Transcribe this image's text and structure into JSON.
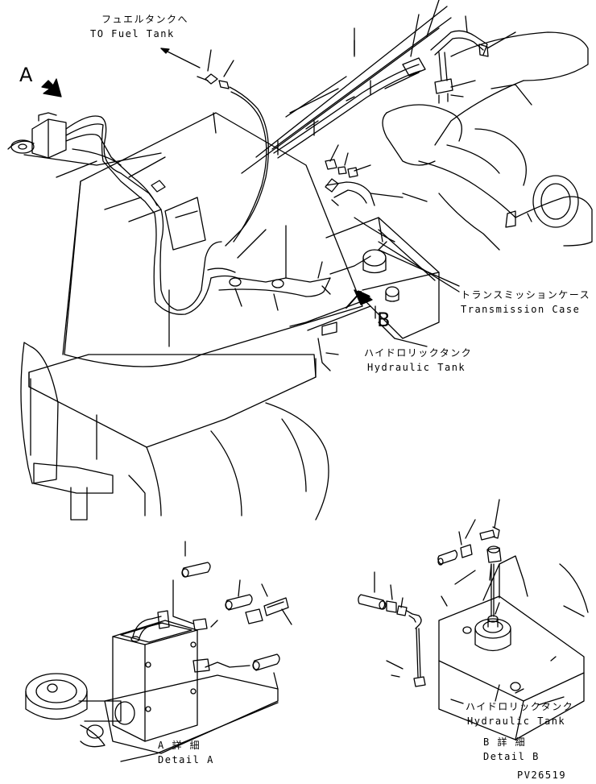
{
  "callouts": {
    "fuel_tank_jp": "フュエルタンクへ",
    "fuel_tank_en": "TO Fuel Tank",
    "transmission_jp": "トランスミッションケース",
    "transmission_en": "Transmission Case",
    "hydraulic_jp": "ハイドロリックタンク",
    "hydraulic_en": "Hydraulic Tank",
    "hydraulic_b_jp": "ハイドロリックタンク",
    "hydraulic_b_en": "Hydraulic Tank"
  },
  "view_markers": {
    "a": "A",
    "b": "B"
  },
  "details": {
    "a_jp": "A 詳 細",
    "a_en": "Detail A",
    "b_jp": "B 詳 細",
    "b_en": "Detail B"
  },
  "drawing_code": "PV26519"
}
